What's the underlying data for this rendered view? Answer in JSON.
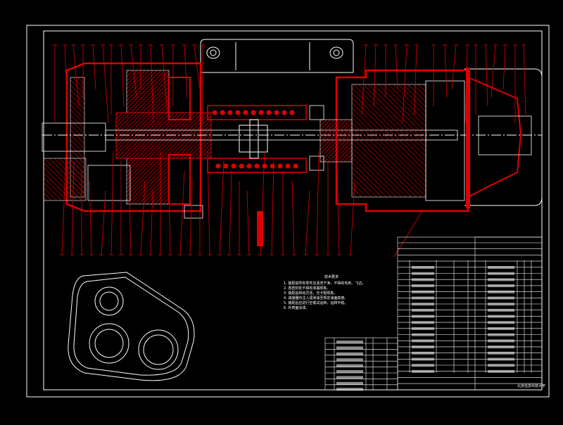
{
  "drawing": {
    "title": "",
    "colors": {
      "background": "#000000",
      "line": "#ffffff",
      "accent": "#ff0000",
      "hatch": "#d40000",
      "dim": "#9a9a9a"
    }
  },
  "tech_notes": {
    "title": "技术要求",
    "lines": [
      "1. 装配前所有零件应清洗干净，不得有毛刺、飞边。",
      "2. 各密封处不得有渗漏现象。",
      "3. 装配后转动灵活，无卡阻现象。",
      "4. 减速器内注入润滑油至规定油面高度。",
      "5. 装配后应进行空载试运转，运转平稳。",
      "6. 外表面涂漆。"
    ]
  },
  "title_block": {
    "school": "北京信息科技大学"
  }
}
